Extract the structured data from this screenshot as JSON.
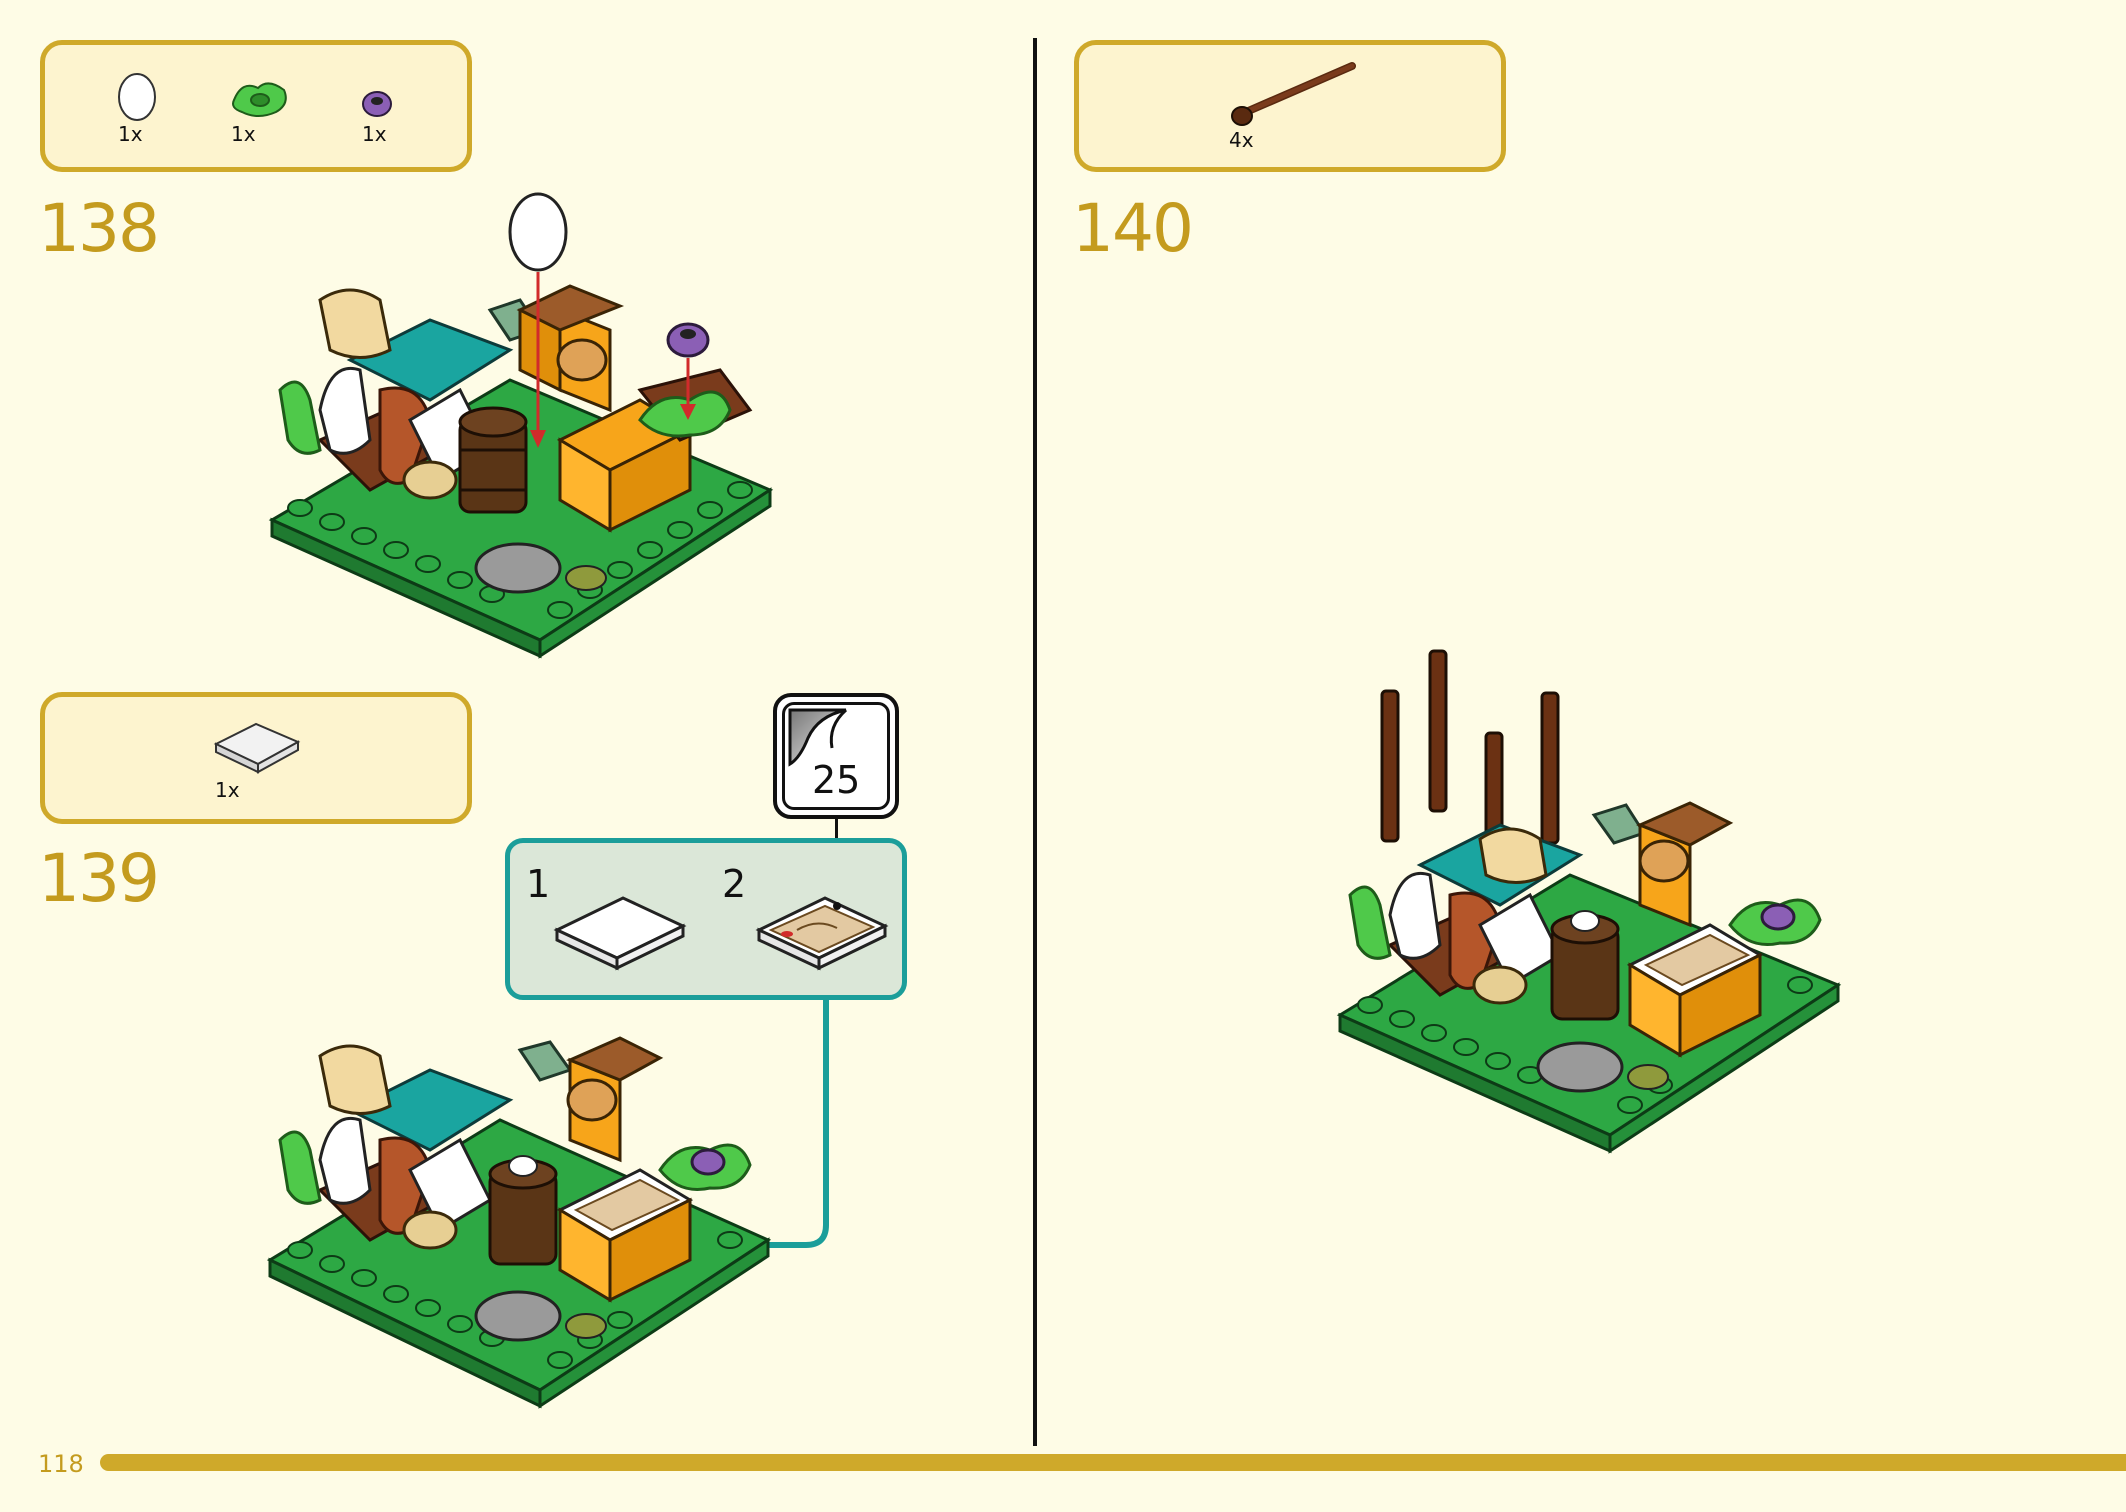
{
  "page": {
    "number": "118",
    "accent_color": "#cfa92a",
    "background": "#fefce6"
  },
  "steps": [
    {
      "number": "138",
      "parts": [
        {
          "name": "white-egg",
          "qty": "1x"
        },
        {
          "name": "green-leaf-plate",
          "qty": "1x"
        },
        {
          "name": "purple-flower",
          "qty": "1x"
        }
      ]
    },
    {
      "number": "139",
      "parts": [
        {
          "name": "white-tile-2x2",
          "qty": "1x"
        }
      ],
      "sticker_number": "25",
      "substeps": [
        {
          "label": "1"
        },
        {
          "label": "2"
        }
      ]
    },
    {
      "number": "140",
      "parts": [
        {
          "name": "brown-bar",
          "qty": "4x"
        }
      ]
    }
  ]
}
